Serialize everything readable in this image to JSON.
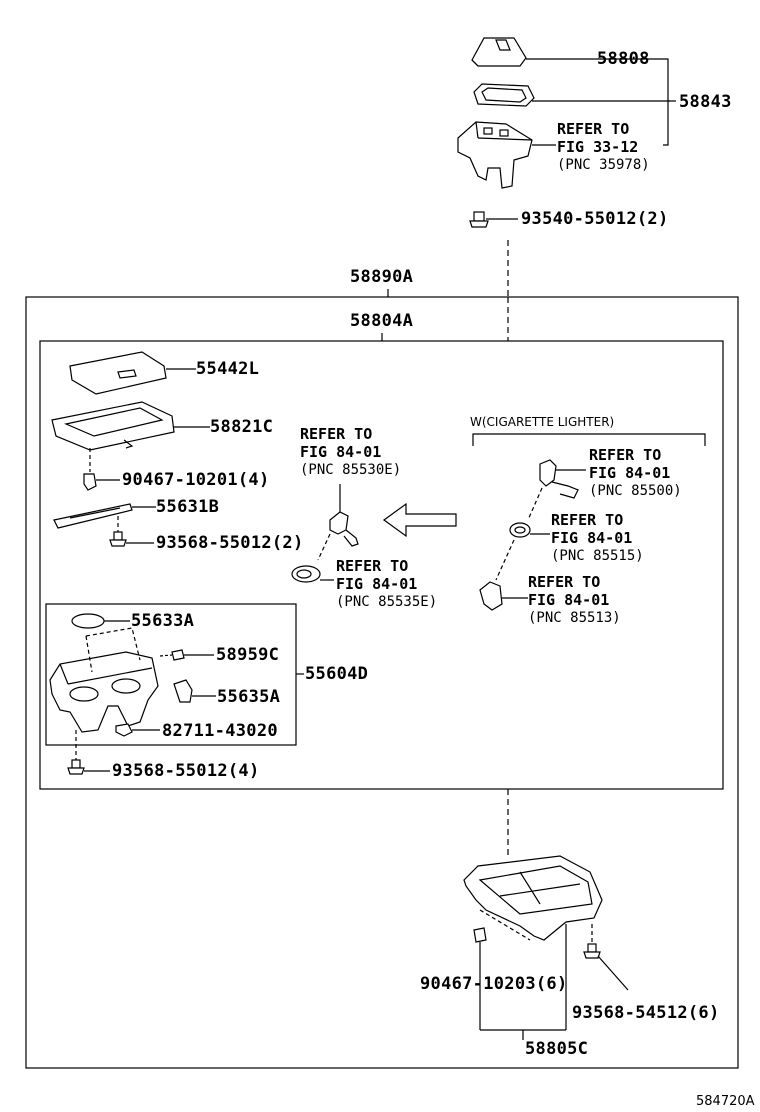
{
  "parts": {
    "p58808": "58808",
    "p58843": "58843",
    "p93540": "93540-55012(2)",
    "p58890A": "58890A",
    "p58804A": "58804A",
    "p55442L": "55442L",
    "p58821C": "58821C",
    "p90467_10201": "90467-10201(4)",
    "p55631B": "55631B",
    "p93568_55012_2": "93568-55012(2)",
    "p55633A": "55633A",
    "p58959C": "58959C",
    "p55604D": "55604D",
    "p55635A": "55635A",
    "p82711": "82711-43020",
    "p93568_55012_4": "93568-55012(4)",
    "p90467_10203": "90467-10203(6)",
    "p93568_54512": "93568-54512(6)",
    "p58805C": "58805C"
  },
  "refs": {
    "top": {
      "line1": "REFER TO",
      "line2": "FIG 33-12",
      "line3": "(PNC 35978)"
    },
    "r85530E": {
      "line1": "REFER TO",
      "line2": "FIG 84-01",
      "line3": "(PNC 85530E)"
    },
    "r85535E": {
      "line1": "REFER TO",
      "line2": "FIG 84-01",
      "line3": "(PNC 85535E)"
    },
    "r85500": {
      "line1": "REFER TO",
      "line2": "FIG 84-01",
      "line3": "(PNC 85500)"
    },
    "r85515": {
      "line1": "REFER TO",
      "line2": "FIG 84-01",
      "line3": "(PNC 85515)"
    },
    "r85513": {
      "line1": "REFER TO",
      "line2": "FIG 84-01",
      "line3": "(PNC 85513)"
    }
  },
  "group_header": "W(CIGARETTE LIGHTER)",
  "figure_id": "584720A"
}
